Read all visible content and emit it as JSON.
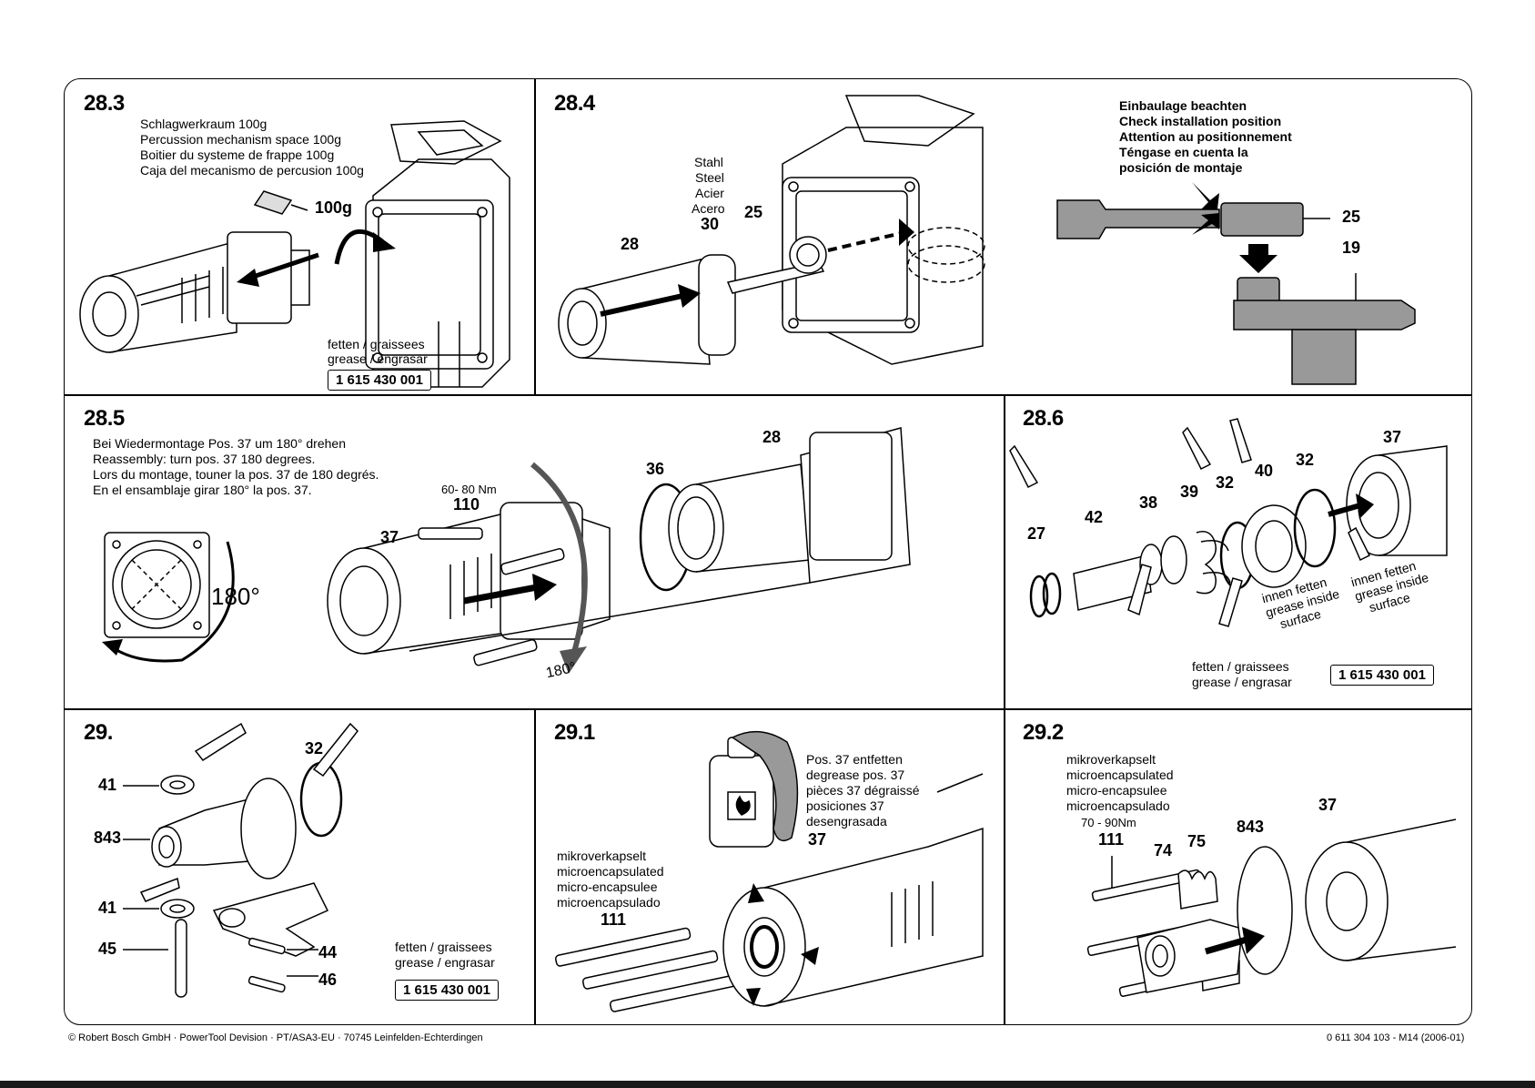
{
  "panels": {
    "p283": {
      "title": "28.3",
      "lines": [
        "Schlagwerkraum 100g",
        "Percussion mechanism space 100g",
        "Boitier du systeme de frappe 100g",
        "Caja del mecanismo de percusion 100g"
      ],
      "grease_amount": "100g",
      "grease_lines": [
        "fetten / graissees",
        "grease / engrasar"
      ],
      "part_number": "1 615 430 001"
    },
    "p284": {
      "title": "28.4",
      "material_lines": [
        "Stahl",
        "Steel",
        "Acier",
        "Acero"
      ],
      "labels": [
        "28",
        "30",
        "25",
        "19"
      ],
      "install_lines": [
        "Einbaulage beachten",
        "Check installation position",
        "Attention au positionnement",
        "Téngase en cuenta la",
        "posición de montaje"
      ],
      "detail_labels": [
        "25",
        "19"
      ]
    },
    "p285": {
      "title": "28.5",
      "lines": [
        "Bei Wiedermontage Pos. 37 um 180° drehen",
        "Reassembly: turn pos. 37  180 degrees.",
        "Lors du montage, touner la pos. 37 de 180 degrés.",
        "En el ensamblaje girar 180° la pos. 37."
      ],
      "rotation_large": "180°",
      "rotation_small": "180°",
      "torque": "60- 80 Nm",
      "labels": [
        "110",
        "37",
        "36",
        "28"
      ]
    },
    "p286": {
      "title": "28.6",
      "labels": [
        "27",
        "42",
        "38",
        "39",
        "32",
        "40",
        "32",
        "37"
      ],
      "inside_lines": [
        "innen fetten",
        "grease inside",
        "surface"
      ],
      "grease_lines": [
        "fetten / graissees",
        "grease / engrasar"
      ],
      "part_number": "1 615 430 001"
    },
    "p29": {
      "title": "29.",
      "labels": [
        "41",
        "843",
        "41",
        "45",
        "32",
        "44",
        "46"
      ],
      "grease_lines": [
        "fetten / graissees",
        "grease / engrasar"
      ],
      "part_number": "1 615 430 001"
    },
    "p291": {
      "title": "29.1",
      "degrease_lines": [
        "Pos. 37 entfetten",
        "degrease pos. 37",
        "pièces 37 dégraissé",
        "posiciones 37",
        "desengrasada"
      ],
      "micro_lines": [
        "mikroverkapselt",
        "microencapsulated",
        "micro-encapsulee",
        "microencapsulado"
      ],
      "labels": [
        "37",
        "111"
      ]
    },
    "p292": {
      "title": "29.2",
      "micro_lines": [
        "mikroverkapselt",
        "microencapsulated",
        "micro-encapsulee",
        "microencapsulado"
      ],
      "torque": "70 - 90Nm",
      "labels": [
        "111",
        "74",
        "75",
        "843",
        "37"
      ]
    }
  },
  "footer": {
    "left": "© Robert Bosch GmbH · PowerTool Devision · PT/ASA3-EU · 70745 Leinfelden-Echterdingen",
    "right": "0 611 304 103 - M14 (2006-01)"
  }
}
